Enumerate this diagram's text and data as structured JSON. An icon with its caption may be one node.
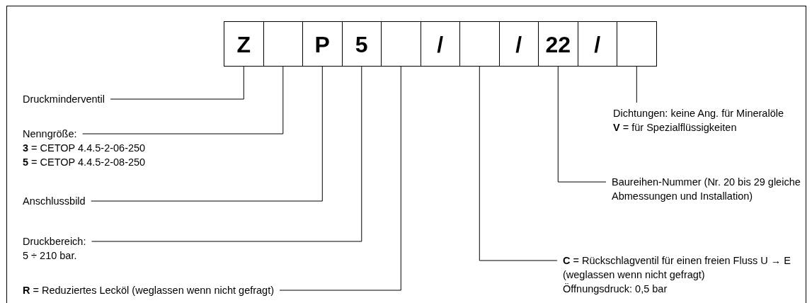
{
  "diagram": {
    "nodes": [
      {
        "text": [
          "Z"
        ]
      },
      {
        "text": [],
        "shape": "box"
      },
      {
        "text": [
          "P"
        ]
      },
      {
        "text": [
          "5"
        ]
      },
      {
        "text": [],
        "shape": "box"
      },
      {
        "text": [
          "/"
        ]
      },
      {
        "text": [],
        "shape": "box"
      },
      {
        "text": [
          "/"
        ]
      },
      {
        "text": [
          "22"
        ]
      },
      {
        "text": [
          "/"
        ]
      },
      {
        "text": [],
        "shape": "box"
      },
      {
        "text": [
          "Druckminderventil"
        ]
      },
      {
        "text": [
          "Nenngröße:",
          "**3** = CETOP 4.4.5-2-06-250",
          "**5** = CETOP 4.4.5-2-08-250"
        ]
      },
      {
        "text": [
          "Anschlussbild"
        ]
      },
      {
        "text": [
          "Druckbereich:",
          "5 ÷ 210 bar."
        ]
      },
      {
        "text": [
          "**R** = Reduziertes Lecköl (weglassen wenn nicht gefragt)"
        ]
      },
      {
        "text": [
          "Dichtungen: keine Ang. für Mineralöle",
          "**V** = für Spezialflüssigkeiten"
        ]
      },
      {
        "text": [
          "Baureihen-Nummer (Nr. 20 bis 29 gleiche Abmessungen und Installation)"
        ]
      },
      {
        "text": [
          "**C** = Rückschlagventil für einen freien Fluss U → E (weglassen wenn nicht gefragt)",
          "Öffnungsdruck: 0,5 bar"
        ]
      }
    ],
    "edges": [
      {
        "from": 11,
        "to": 0,
        "arrow": "none"
      },
      {
        "from": 12,
        "to": 1,
        "arrow": "none"
      },
      {
        "from": 13,
        "to": 2,
        "arrow": "none"
      },
      {
        "from": 14,
        "to": 3,
        "arrow": "none"
      },
      {
        "from": 15,
        "to": 4,
        "arrow": "none"
      },
      {
        "from": 16,
        "to": 10,
        "arrow": "none"
      },
      {
        "from": 17,
        "to": 8,
        "arrow": "none"
      },
      {
        "from": 18,
        "to": 6,
        "arrow": "none"
      }
    ]
  }
}
